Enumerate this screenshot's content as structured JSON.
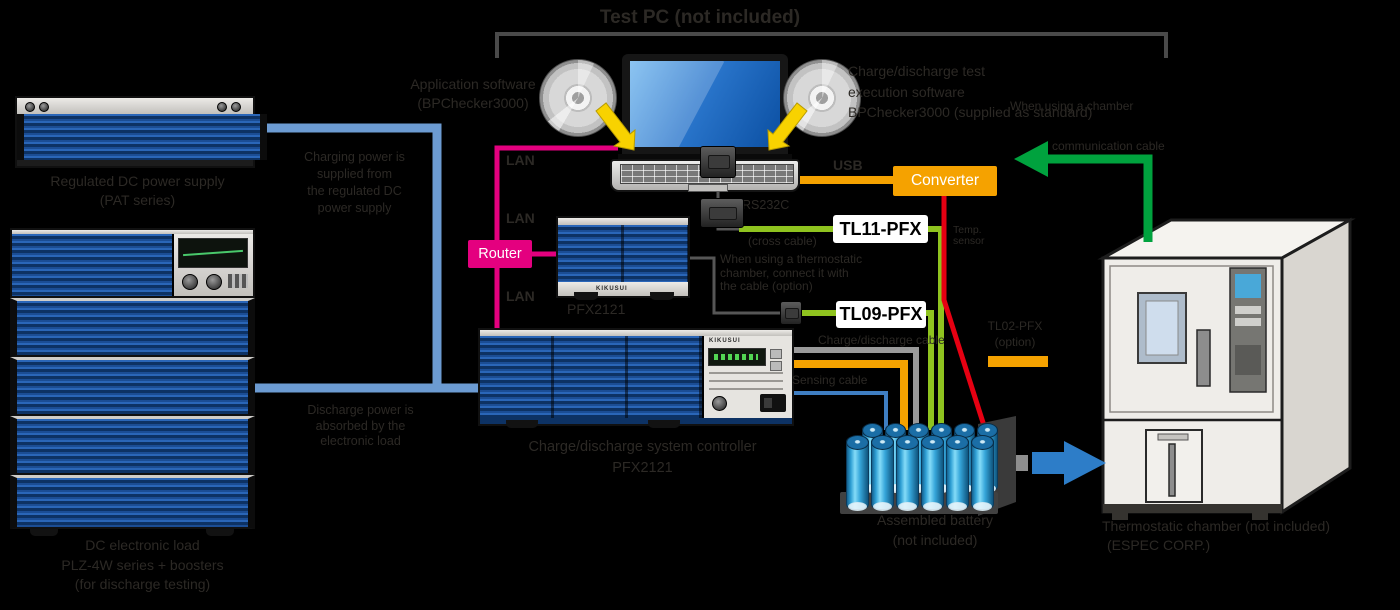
{
  "colors": {
    "bg": "#000000",
    "ink": "#2c2925",
    "pink": "#e4007f",
    "orange": "#f5a200",
    "yg": "#8fc31f",
    "dgreen": "#00a23e",
    "red": "#e60012",
    "cable": "#6c9bd2",
    "sense": "#3f7ec2",
    "gray_line": "#9a9a9a",
    "arrow": "#2d7dc8",
    "yellow": "#f8d200",
    "battery": "#45b6e8"
  },
  "title": "Test PC (not included)",
  "software": {
    "left_cd": [
      "Application software",
      "(BPChecker3000)"
    ],
    "right_cd": [
      "Charge/discharge test",
      "execution software",
      "BPChecker3000 (supplied as standard)"
    ]
  },
  "network": {
    "router": "Router",
    "lan1": "LAN",
    "lan2": "LAN",
    "lan3": "LAN",
    "usb": "USB"
  },
  "converter_label": "Converter",
  "chamber_link": {
    "note_top": "When using a chamber",
    "arrow_label": "communication cable",
    "tl11": "TL11-PFX",
    "tl11_above": "RS232C",
    "tl11_below": "(cross cable)",
    "tl09": "TL09-PFX",
    "note_block": [
      "When using a thermostatic",
      "chamber, connect it with",
      "the cable (option)"
    ],
    "temp_label": [
      "Temp.",
      "sensor"
    ],
    "legend": [
      "TL02-PFX",
      "(option)"
    ]
  },
  "equipment": {
    "brand": "KIKUSUI",
    "dc_supply": [
      "Regulated DC power supply",
      "(PAT series)"
    ],
    "charge_note": [
      "Charging power is",
      "supplied from",
      "the regulated DC",
      "power supply"
    ],
    "load": [
      "DC electronic load",
      "PLZ-4W series + boosters",
      "(for discharge testing)"
    ],
    "discharge_note": [
      "Discharge power is",
      "absorbed by the",
      "electronic load"
    ],
    "sub_unit": "PFX2121",
    "controller": [
      "Charge/discharge system controller",
      "PFX2121"
    ],
    "cable_upper": "Charge/discharge cable",
    "cable_lower": "Sensing cable"
  },
  "battery_caption": [
    "Assembled battery",
    "(not included)"
  ],
  "chamber_caption": [
    "Thermostatic chamber (not included)",
    "(ESPEC CORP.)"
  ]
}
